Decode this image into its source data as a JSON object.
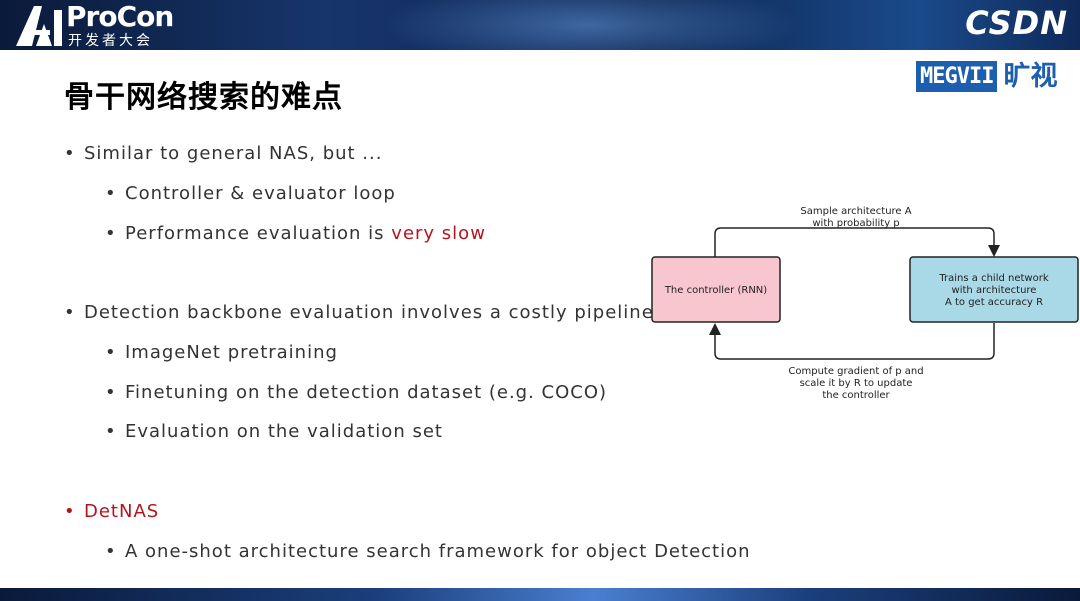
{
  "header": {
    "brand_name": "ProCon",
    "brand_subtitle": "开发者大会",
    "partner_logo": "CSDN"
  },
  "company": {
    "logo_box": "MEGVII",
    "logo_cn": "旷视"
  },
  "slide": {
    "title": "骨干网络搜索的难点",
    "bullets": [
      {
        "text": "Similar to general NAS, but ...",
        "sub": [
          {
            "text": "Controller & evaluator loop"
          },
          {
            "prefix": "Performance evaluation is ",
            "highlight": "very slow"
          }
        ]
      },
      {
        "text": "Detection backbone evaluation involves a costly pipeline",
        "sub": [
          {
            "text": "ImageNet pretraining"
          },
          {
            "text": "Finetuning on the detection dataset (e.g. COCO)"
          },
          {
            "text": "Evaluation on the validation set"
          }
        ]
      },
      {
        "text": "DetNAS",
        "sub": [
          {
            "text": "A one-shot architecture search framework for object Detection"
          }
        ]
      }
    ]
  },
  "diagram": {
    "controller_label": "The controller (RNN)",
    "child_label": [
      "Trains a child network",
      "with architecture",
      "A to get accuracy R"
    ],
    "top_label": [
      "Sample architecture A",
      "with probability p"
    ],
    "bottom_label": [
      "Compute gradient of p and",
      "scale it by R to update",
      "the controller"
    ]
  },
  "colors": {
    "accent_red": "#b3141e",
    "controller_fill": "#f7c6cf",
    "child_fill": "#a9d8e6",
    "megvii_blue": "#1d5fae"
  }
}
